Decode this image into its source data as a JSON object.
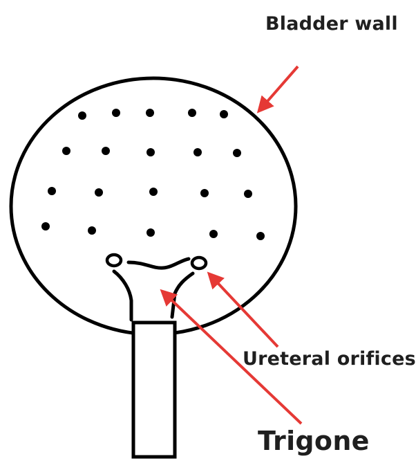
{
  "labels": {
    "bladder_wall": "Bladder wall",
    "ureteral_orifices": "Ureteral orifices",
    "trigone": "Trigone"
  },
  "colors": {
    "outline": "#000000",
    "arrow": "#e53935",
    "text": "#1f1f1f"
  }
}
